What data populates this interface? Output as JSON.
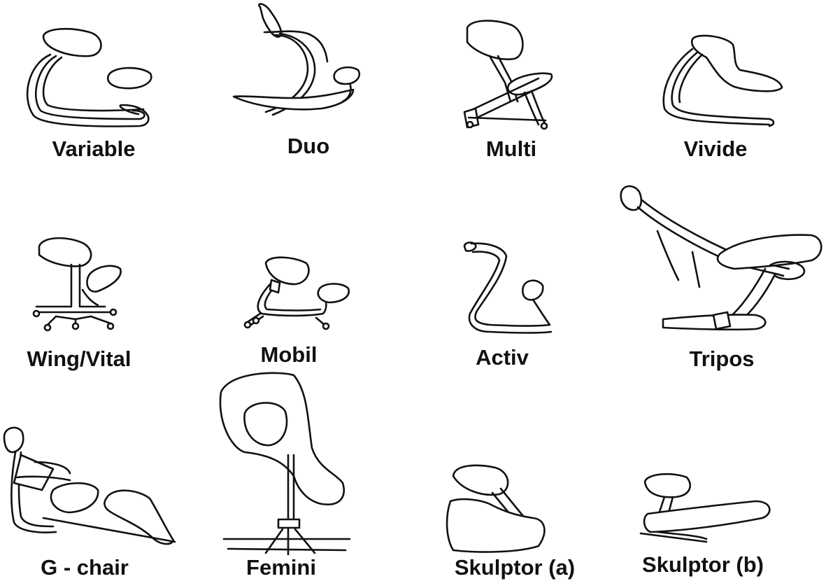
{
  "figure": {
    "items": [
      {
        "name": "Variable"
      },
      {
        "name": "Duo"
      },
      {
        "name": "Multi"
      },
      {
        "name": "Vivide"
      },
      {
        "name": "Wing/Vital"
      },
      {
        "name": "Mobil"
      },
      {
        "name": "Activ"
      },
      {
        "name": "Tripos"
      },
      {
        "name": "G - chair"
      },
      {
        "name": "Femini"
      },
      {
        "name": "Skulptor (a)"
      },
      {
        "name": "Skulptor (b)"
      }
    ]
  }
}
